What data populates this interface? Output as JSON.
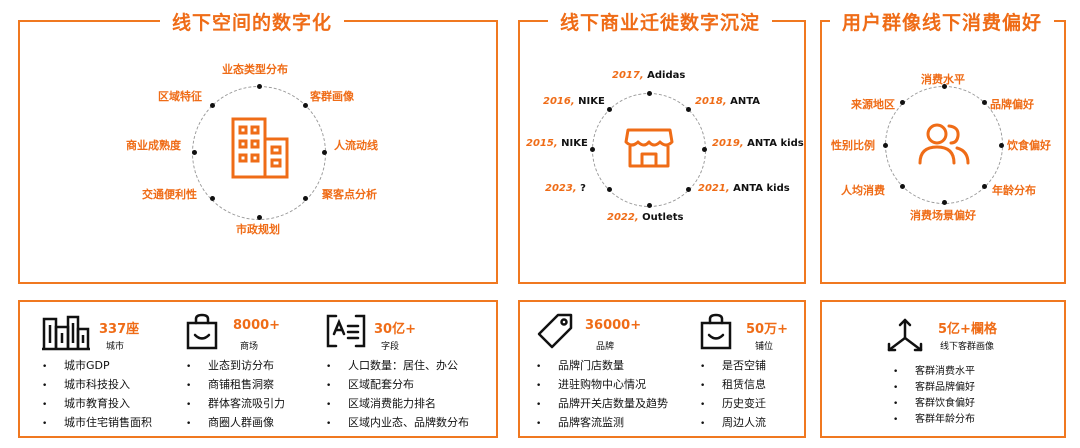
{
  "colors": {
    "accent": "#ef6c17",
    "ring": "#9b9b9b",
    "text": "#111111"
  },
  "panel1": {
    "title": "线下空间的数字化",
    "center_icon": "building-icon",
    "labels": [
      "业态类型分布",
      "客群画像",
      "人流动线",
      "聚客点分析",
      "市政规划",
      "交通便利性",
      "商业成熟度",
      "区域特征"
    ]
  },
  "panel2": {
    "title": "线下商业迁徙数字沉淀",
    "center_icon": "store-icon",
    "entries": [
      {
        "year": "2017,",
        "brand": "Adidas"
      },
      {
        "year": "2018,",
        "brand": "ANTA"
      },
      {
        "year": "2019,",
        "brand": "ANTA kids"
      },
      {
        "year": "2021,",
        "brand": "ANTA kids"
      },
      {
        "year": "2022,",
        "brand": "Outlets"
      },
      {
        "year": "2023,",
        "brand": "?"
      },
      {
        "year": "2015,",
        "brand": "NIKE"
      },
      {
        "year": "2016,",
        "brand": "NIKE"
      }
    ]
  },
  "panel3": {
    "title": "用户群像线下消费偏好",
    "center_icon": "users-icon",
    "labels": [
      "消费水平",
      "品牌偏好",
      "饮食偏好",
      "年龄分布",
      "消费场景偏好",
      "人均消费",
      "性别比例",
      "来源地区"
    ]
  },
  "bottom1": {
    "groups": [
      {
        "icon": "city-buildings-icon",
        "value": "337座",
        "unit": "城市",
        "items": [
          "城市GDP",
          "城市科技投入",
          "城市教育投入",
          "城市住宅销售面积"
        ]
      },
      {
        "icon": "shopping-bag-icon",
        "value": "8000+",
        "unit": "商场",
        "items": [
          "业态到访分布",
          "商铺租售洞察",
          "群体客流吸引力",
          "商圈人群画像"
        ]
      },
      {
        "icon": "text-field-icon",
        "value": "30亿+",
        "unit": "字段",
        "items": [
          "人口数量：居住、办公",
          "区域配套分布",
          "区域消费能力排名",
          "区域内业态、品牌数分布"
        ]
      }
    ]
  },
  "bottom2": {
    "groups": [
      {
        "icon": "price-tag-icon",
        "value": "36000+",
        "unit": "品牌",
        "items": [
          "品牌门店数量",
          "进驻购物中心情况",
          "品牌开关店数量及趋势",
          "品牌客流监测"
        ]
      },
      {
        "icon": "shopping-bag-icon",
        "value": "50万+",
        "unit": "铺位",
        "items": [
          "是否空铺",
          "租赁信息",
          "历史变迁",
          "周边人流"
        ]
      }
    ]
  },
  "bottom3": {
    "icon": "three-way-arrows-icon",
    "value": "5亿+欄格",
    "unit": "线下客群画像",
    "items": [
      "客群消费水平",
      "客群品牌偏好",
      "客群饮食偏好",
      "客群年龄分布"
    ]
  }
}
